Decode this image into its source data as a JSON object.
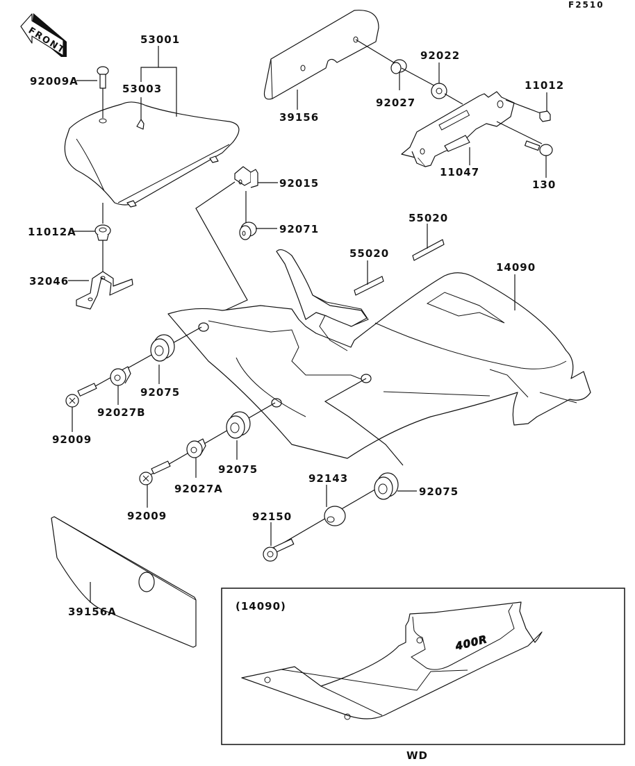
{
  "diagram": {
    "figure_code": "F2510",
    "front_label": "FRONT",
    "inset_title": "(14090)",
    "inset_badge": "400R",
    "footer_label": "WD",
    "colors": {
      "line": "#111111",
      "background": "#ffffff"
    },
    "callouts": {
      "c53001": "53001",
      "c53003": "53003",
      "c92009A": "92009A",
      "c39156": "39156",
      "c92022": "92022",
      "c92027": "92027",
      "c11012": "11012",
      "c11047": "11047",
      "c130": "130",
      "c92015": "92015",
      "c92071": "92071",
      "c11012A": "11012A",
      "c32046": "32046",
      "c55020a": "55020",
      "c55020b": "55020",
      "c14090": "14090",
      "c92075a": "92075",
      "c92027B": "92027B",
      "c92009a": "92009",
      "c92075b": "92075",
      "c92027A": "92027A",
      "c92009b": "92009",
      "c92143": "92143",
      "c92075c": "92075",
      "c92150": "92150",
      "c39156A": "39156A"
    }
  }
}
